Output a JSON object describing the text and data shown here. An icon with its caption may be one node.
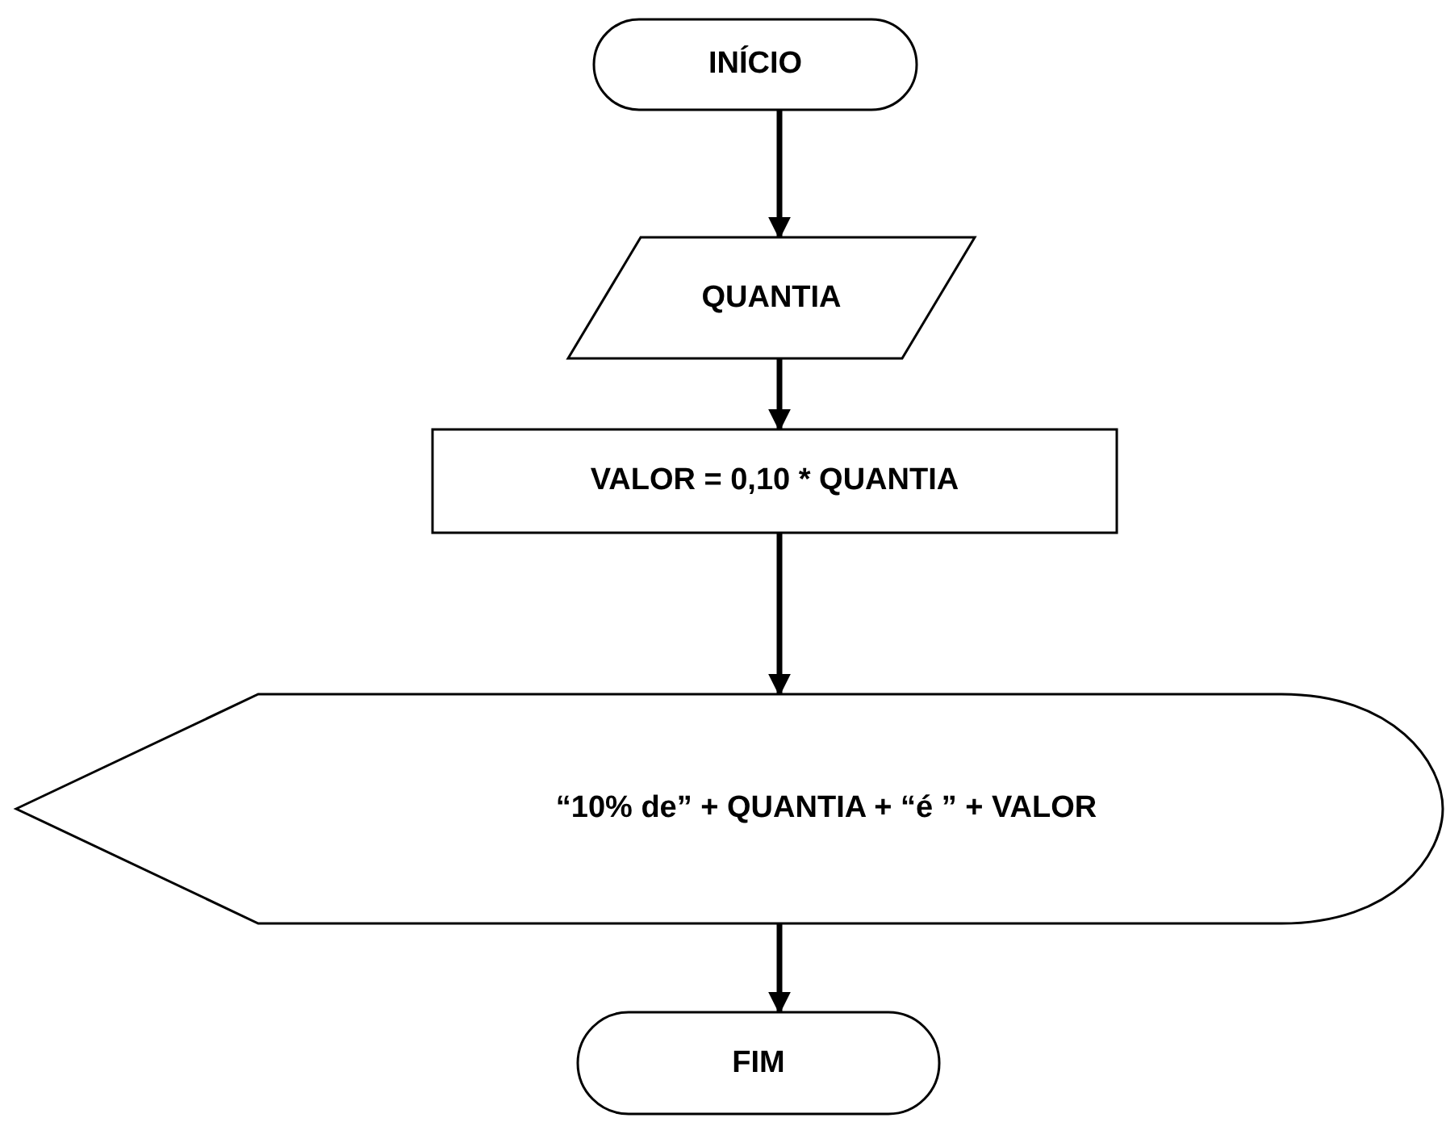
{
  "diagram": {
    "nodes": [
      {
        "text": [
          "INÍCIO"
        ]
      },
      {
        "text": [
          "QUANTIA"
        ]
      },
      {
        "text": [
          "VALOR = 0,10 * QUANTIA"
        ]
      },
      {
        "text": [
          "“10% de” + QUANTIA + “é ” + VALOR"
        ]
      },
      {
        "text": [
          "FIM"
        ]
      }
    ],
    "edges": [
      {
        "from": 0,
        "to": 1,
        "arrow": "to"
      },
      {
        "from": 1,
        "to": 2,
        "arrow": "to"
      },
      {
        "from": 2,
        "to": 3,
        "arrow": "to"
      },
      {
        "from": 3,
        "to": 4,
        "arrow": "to"
      }
    ]
  }
}
